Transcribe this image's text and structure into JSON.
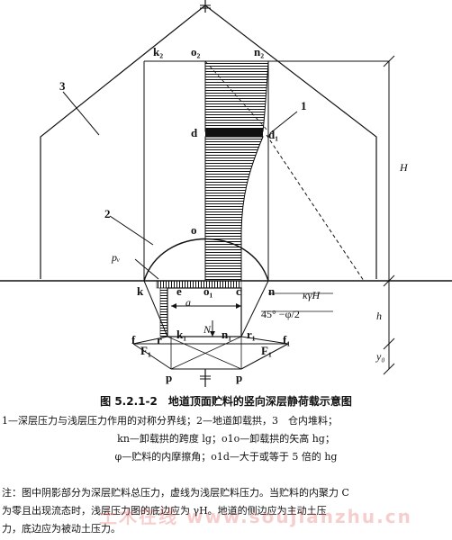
{
  "diagram": {
    "labels": {
      "k2": "k₂",
      "o2": "o₂",
      "n2": "n₂",
      "three": "3",
      "one": "1",
      "two": "2",
      "d": "d",
      "d1": "d₁",
      "H": "H",
      "o": "o",
      "pv": "pᵥ",
      "k": "k",
      "e": "e",
      "o1": "o₁",
      "c": "c",
      "n": "n",
      "kgh": "κγH",
      "a": "a",
      "angle": "45° −φ/2",
      "h": "h",
      "N": "N",
      "f": "f",
      "r": "r",
      "k1": "k₁",
      "n1": "n₁",
      "r1": "r₁",
      "f1": "f₁",
      "F1": "F₁",
      "F1b": "F₁",
      "y0": "y₀",
      "p": "p",
      "pb": "p"
    }
  },
  "caption": "图 5.2.1-2　地道顶面贮料的竖向深层静荷载示意图",
  "legend": {
    "line1": "1—深层压力与浅层压力作用的对称分界线；2—地道卸载拱，3　仓内堆料；",
    "line2": "kn—卸载拱的跨度 lg；o1o—卸载拱的矢高 hg；",
    "line3": "φ—贮料的内摩擦角；o1d—大于或等于 5 倍的 hg"
  },
  "note": {
    "line1": "注：图中阴影部分为深层贮料总压力，虚线为浅层贮料压力。当贮料的内聚力 C",
    "line2": "为零且出现流态时，浅层压力图的底边应为 γH。地道的侧边应为主动土压",
    "line3": "力，底边应为被动土压力。"
  },
  "watermark": "土木在线  www.soujianzhu.cn"
}
